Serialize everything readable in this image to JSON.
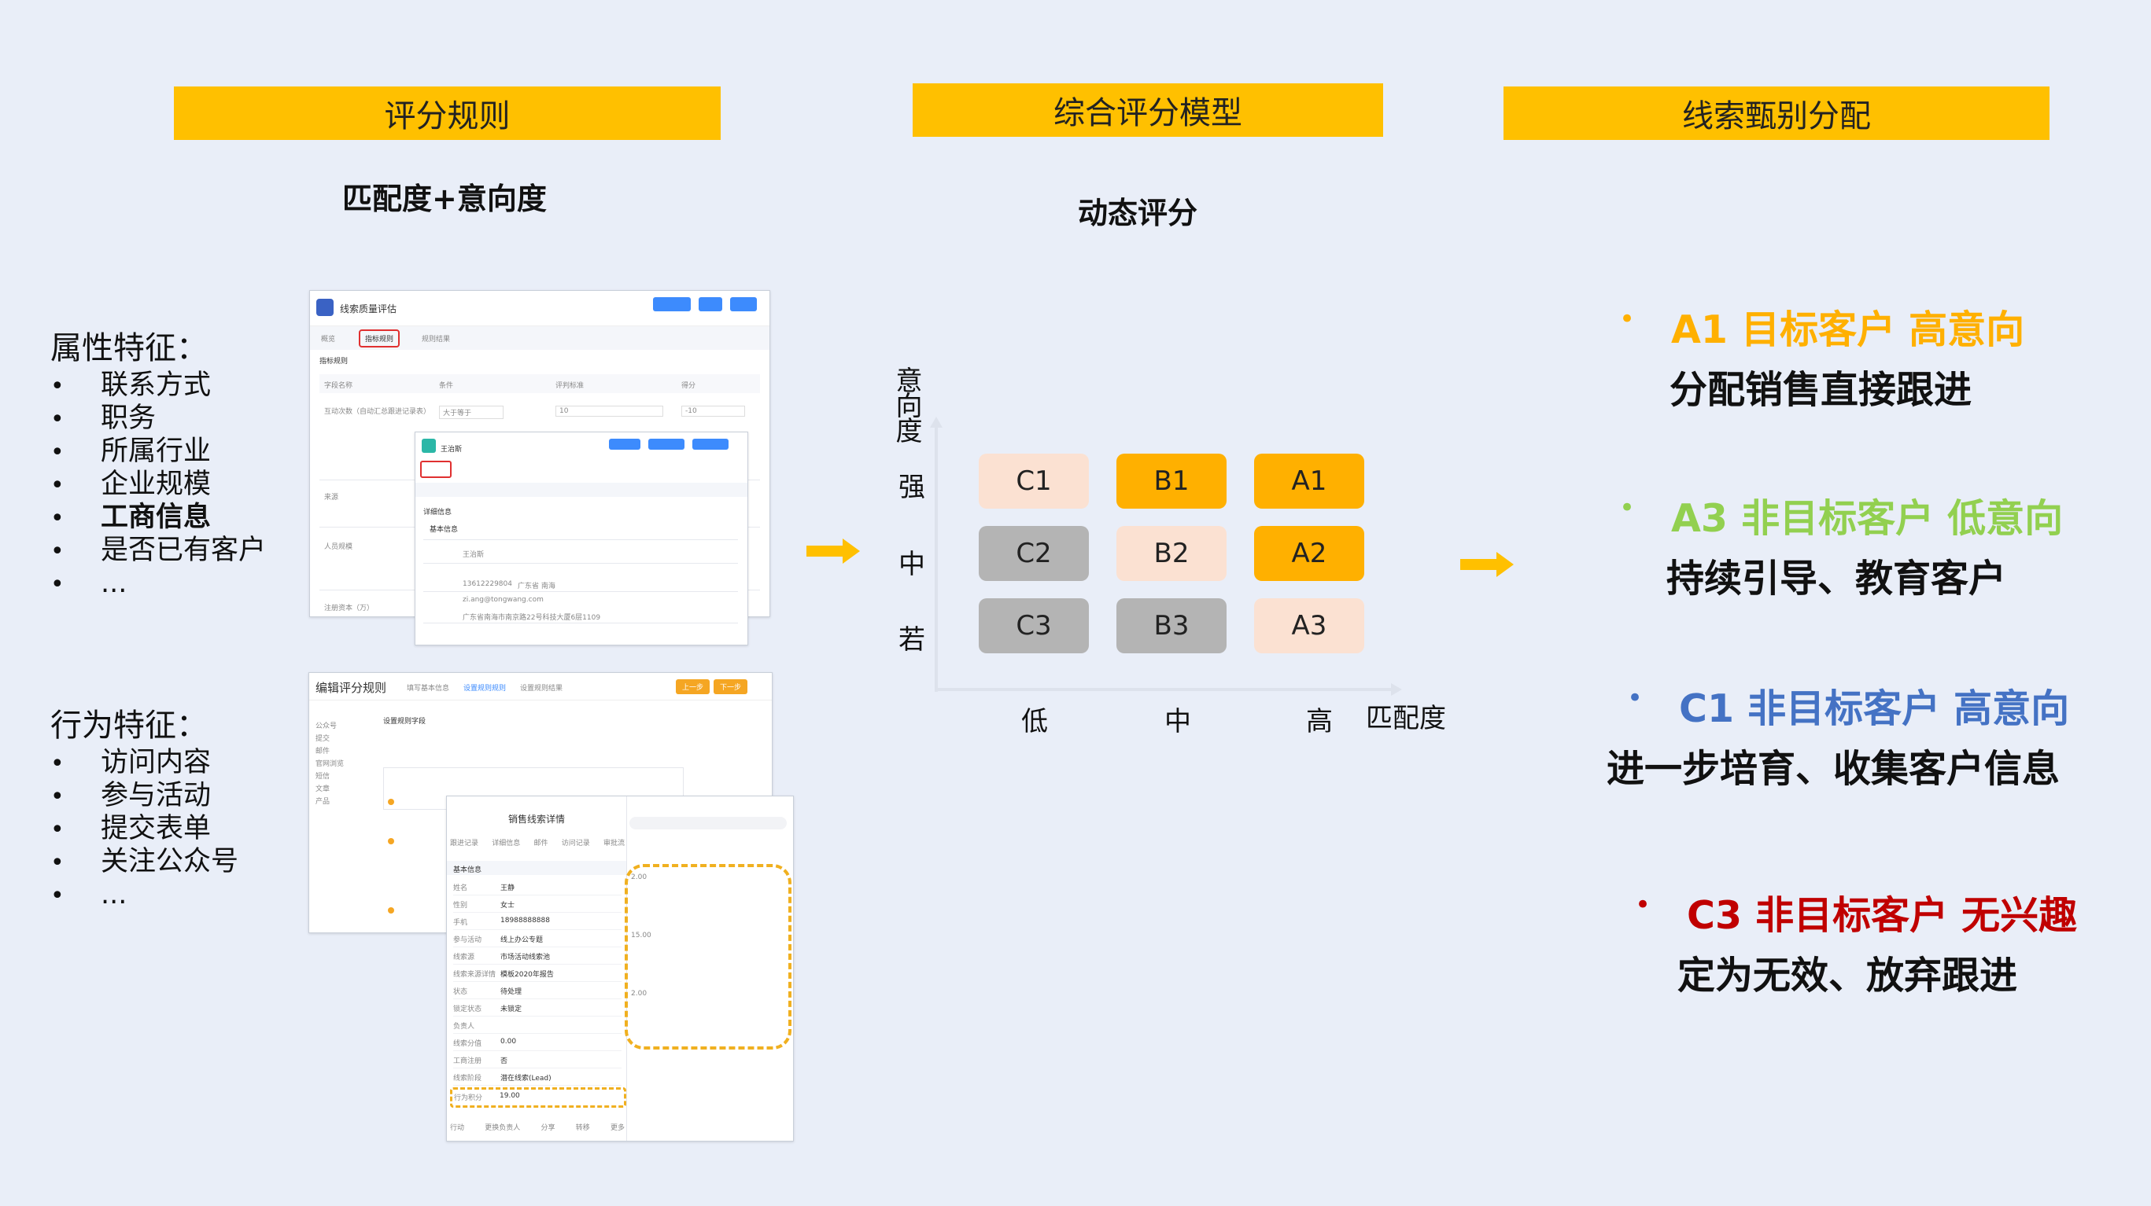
{
  "headers": {
    "rules": "评分规则",
    "model": "综合评分模型",
    "allocation": "线索甄别分配"
  },
  "subtitles": {
    "rules": "匹配度+意向度",
    "model": "动态评分"
  },
  "attributes": {
    "title": "属性特征：",
    "items": [
      {
        "label": "联系方式",
        "bold": false
      },
      {
        "label": "职务",
        "bold": false
      },
      {
        "label": "所属行业",
        "bold": false
      },
      {
        "label": "企业规模",
        "bold": false
      },
      {
        "label": "工商信息",
        "bold": true
      },
      {
        "label": "是否已有客户",
        "bold": false
      },
      {
        "label": "...",
        "bold": false
      }
    ]
  },
  "behaviors": {
    "title": "行为特征：",
    "items": [
      "访问内容",
      "参与活动",
      "提交表单",
      "关注公众号",
      "..."
    ]
  },
  "screens": {
    "s1": {
      "title": "线索质量评估",
      "tabs": [
        "概览",
        "指标规则",
        "规则结果"
      ],
      "section": "指标规则",
      "cols": [
        "字段名称",
        "条件",
        "评判标准",
        "得分"
      ],
      "row1": [
        "互动次数（自动汇总跟进记录表）",
        "大于等于",
        "10",
        "-10"
      ],
      "labels": [
        "来源",
        "人员规模",
        "注册资本（万）"
      ]
    },
    "s2": {
      "name": "王治斯",
      "section": "详细信息",
      "sub": "基本信息",
      "phone": "13612229804",
      "region": "广东省 南海",
      "email": "zi.ang@tongwang.com",
      "address": "广东省南海市南京路22号科技大厦6层1109"
    },
    "s3": {
      "title": "编辑评分规则",
      "steps": [
        "填写基本信息",
        "设置规则规则",
        "设置规则结果"
      ],
      "btn_prev": "上一步",
      "btn_next": "下一步",
      "panel_title": "设置规则字段",
      "sidebar": [
        "公众号",
        "提交",
        "邮件",
        "官网浏览",
        "短信",
        "文章",
        "产品"
      ]
    },
    "s4": {
      "title": "销售线索详情",
      "tabs": [
        "跟进记录",
        "详细信息",
        "邮件",
        "访问记录",
        "审批流"
      ],
      "section": "基本信息",
      "fields": [
        {
          "k": "姓名",
          "v": "王静"
        },
        {
          "k": "性别",
          "v": "女士"
        },
        {
          "k": "手机",
          "v": "18988888888"
        },
        {
          "k": "参与活动",
          "v": "线上办公专题"
        },
        {
          "k": "线索源",
          "v": "市场活动线索池"
        },
        {
          "k": "线索来源详情",
          "v": "模板2020年报告"
        },
        {
          "k": "状态",
          "v": "待处理"
        },
        {
          "k": "锁定状态",
          "v": "未锁定"
        },
        {
          "k": "负责人",
          "v": ""
        },
        {
          "k": "线索分值",
          "v": "0.00"
        },
        {
          "k": "工商注册",
          "v": "否"
        },
        {
          "k": "线索阶段",
          "v": "潜在线索(Lead)"
        }
      ],
      "highlight_k": "行为积分",
      "highlight_v": "19.00",
      "bottom": [
        "行动",
        "更换负责人",
        "分享",
        "转移",
        "更多"
      ],
      "timeline_scores": [
        "2.00",
        "15.00",
        "2.00"
      ]
    }
  },
  "matrix": {
    "y_axis": "意向度",
    "y_levels": [
      "强",
      "中",
      "若"
    ],
    "x_levels": [
      "低",
      "中",
      "高"
    ],
    "x_axis": "匹配度",
    "cells": [
      [
        "C1",
        "B1",
        "A1"
      ],
      [
        "C2",
        "B2",
        "A2"
      ],
      [
        "C3",
        "B3",
        "A3"
      ]
    ],
    "colors": [
      [
        "#fbe1d2",
        "#ffb000",
        "#ffb000"
      ],
      [
        "#b4b4b4",
        "#fbe1d2",
        "#ffb000"
      ],
      [
        "#b4b4b4",
        "#b4b4b4",
        "#fbe1d2"
      ]
    ]
  },
  "allocation": [
    {
      "title": "A1 目标客户 高意向",
      "desc": "分配销售直接跟进",
      "color": "#ffb000"
    },
    {
      "title": "A3 非目标客户 低意向",
      "desc": "持续引导、教育客户",
      "color": "#92d050"
    },
    {
      "title": "C1 非目标客户 高意向",
      "desc": "进一步培育、收集客户信息",
      "color": "#4472c4"
    },
    {
      "title": "C3 非目标客户 无兴趣",
      "desc": "定为无效、放弃跟进",
      "color": "#c00000"
    }
  ],
  "accent": "#ffc000",
  "arrow_color": "#ffc000"
}
